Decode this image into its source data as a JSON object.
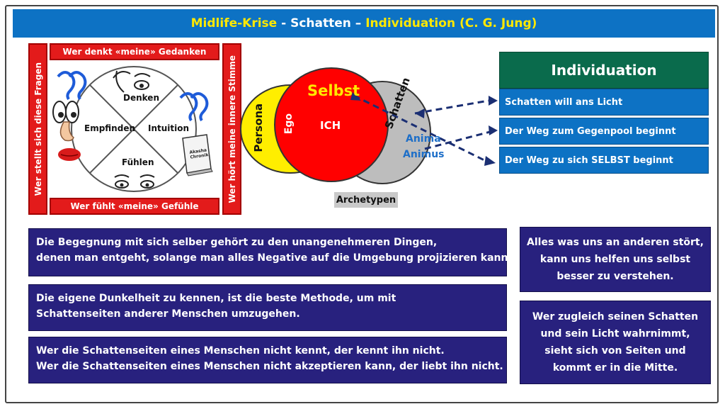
{
  "title": {
    "part1": "Midlife-Krise",
    "sep1": " - ",
    "part2": "Schatten",
    "sep2": " – ",
    "part3": "Individuation (C. G. Jung)"
  },
  "wheel": {
    "top_label": "Wer denkt «meine» Gedanken",
    "bottom_label": "Wer fühlt «meine» Gefühle",
    "left_label": "Wer stellt sich diese Fragen",
    "right_label": "Wer hört meine innere Stimme",
    "quadrants": {
      "top": "Denken",
      "left": "Empfinden",
      "right": "Intuition",
      "bottom": "Fühlen"
    },
    "book_label": "Akasha Chronik"
  },
  "psyche": {
    "persona": "Persona",
    "ego": "Ego",
    "selbst": "Selbst",
    "ich": "ICH",
    "schatten": "Schatten",
    "anima": "Anima",
    "animus": "Animus",
    "archetypen": "Archetypen"
  },
  "individuation": {
    "heading": "Individuation",
    "items": [
      "Schatten will ans Licht",
      "Der Weg zum Gegenpool beginnt",
      "Der Weg zu sich SELBST beginnt"
    ]
  },
  "quotes": [
    [
      "Die Begegnung mit sich selber gehört zu den unangenehmeren Dingen,",
      "denen man entgeht, solange man alles Negative auf die Umgebung projizieren kann."
    ],
    [
      "Die eigene Dunkelheit zu kennen, ist die beste Methode, um mit",
      "Schattenseiten anderer Menschen umzugehen."
    ],
    [
      "Wer die Schattenseiten eines Menschen nicht kennt, der kennt ihn nicht.",
      "Wer die Schattenseiten eines Menschen nicht akzeptieren kann, der liebt ihn nicht."
    ]
  ],
  "side_quotes": [
    [
      "Alles was uns an anderen stört,",
      "kann uns helfen uns selbst",
      "besser zu verstehen."
    ],
    [
      "Wer zugleich seinen Schatten",
      "und sein Licht wahrnimmt,",
      "sieht sich von Seiten und",
      "kommt er in die Mitte."
    ]
  ],
  "colors": {
    "title_bg": "#0d72c4",
    "title_yellow": "#ffe800",
    "red_label": "#e31b1b",
    "ind_head": "#0a6b4c",
    "ind_row": "#0d72c4",
    "quote_bg": "#28217e",
    "selbst_red": "#ff0000",
    "persona_yellow": "#ffee00",
    "schatten_grey": "#bdbdbd",
    "anima_blue": "#1e6fc8"
  }
}
